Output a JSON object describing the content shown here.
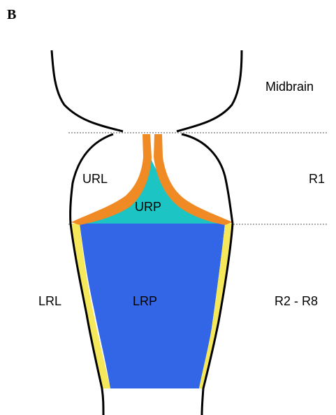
{
  "panel_label": "B",
  "regions": {
    "midbrain": "Midbrain",
    "r1": "R1",
    "r2_r8": "R2 - R8",
    "url": "URL",
    "urp": "URP",
    "lrl": "LRL",
    "lrp": "LRP"
  },
  "colors": {
    "outline": "#000000",
    "guide_line": "#555555",
    "upper_rhombic_lip": "#f08a24",
    "upper_roof_plate": "#1cc4c4",
    "lower_roof_plate": "#3366e6",
    "lower_rhombic_lip": "#f5e85a"
  }
}
